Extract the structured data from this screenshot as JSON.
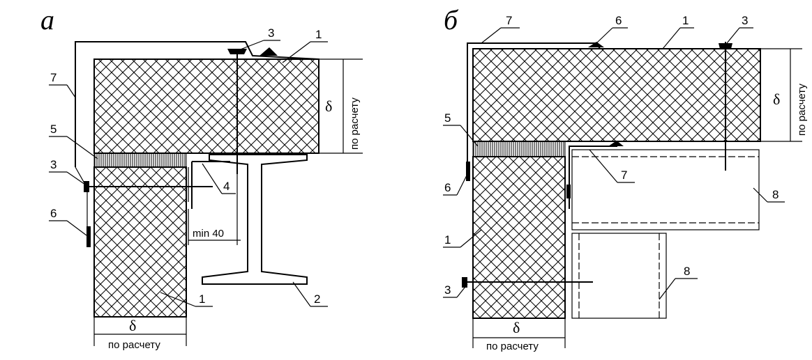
{
  "panels": {
    "a": {
      "letter": "а",
      "delta": "δ",
      "horiz_dim": "по расчету",
      "vert_dim": "по расчету",
      "min_dim": "min 40",
      "callouts": {
        "c1_top": "1",
        "c3_top": "3",
        "c7": "7",
        "c5": "5",
        "c3_left": "3",
        "c4": "4",
        "c6": "6",
        "c1_bottom": "1",
        "c2": "2"
      }
    },
    "b": {
      "letter": "б",
      "delta": "δ",
      "horiz_dim": "по расчету",
      "vert_dim": "по расчету",
      "callouts": {
        "c7_top": "7",
        "c6_top": "6",
        "c1_top": "1",
        "c3_top": "3",
        "c5": "5",
        "c7_mid": "7",
        "c6_left": "6",
        "c8_upper": "8",
        "c1_left": "1",
        "c3_bottom": "3",
        "c8_lower": "8"
      }
    }
  }
}
